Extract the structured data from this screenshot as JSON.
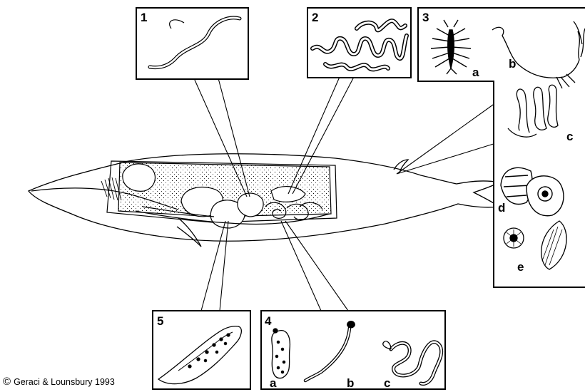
{
  "panels": {
    "p1": {
      "number": "1"
    },
    "p2": {
      "number": "2"
    },
    "p3": {
      "number": "3",
      "labels": [
        "a",
        "b",
        "c",
        "d",
        "e"
      ]
    },
    "p4": {
      "number": "4",
      "labels": [
        "a",
        "b",
        "c"
      ]
    },
    "p5": {
      "number": "5"
    }
  },
  "credit": {
    "symbol": "©",
    "text": "Geraci & Lounsbury 1993"
  },
  "colors": {
    "line": "#000000",
    "background": "#ffffff"
  }
}
